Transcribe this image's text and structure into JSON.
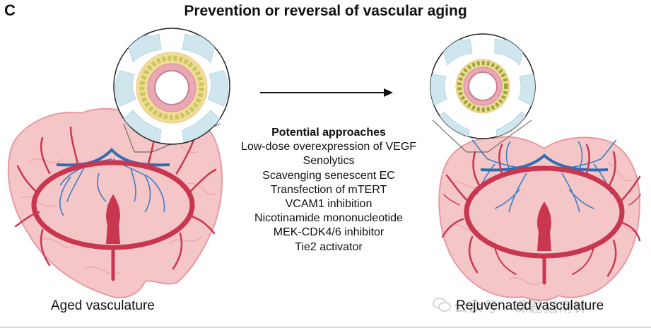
{
  "panel_label": "C",
  "title": "Prevention or reversal of vascular aging",
  "approaches": {
    "heading": "Potential approaches",
    "items": [
      "Low-dose overexpression of VEGF",
      "Senolytics",
      "Scavenging senescent EC",
      "Transfection of mTERT",
      "VCAM1 inhibition",
      "Nicotinamide mononucleotide",
      "MEK-CDK4/6 inhibitor",
      "Tie2 activator"
    ]
  },
  "captions": {
    "left": "Aged vasculature",
    "right": "Rejuvenated vasculature"
  },
  "watermark": "公众号 · 课题指南针",
  "colors": {
    "brain_fill": "#f5c6c8",
    "brain_outline": "#e79aa0",
    "artery": "#c8374f",
    "vein": "#3b7fc4",
    "astrocyte": "#cfe6ee",
    "basement": "#f3dc9a",
    "smooth_muscle": "#c7c85e",
    "endothelium": "#e9a8b4",
    "arrow": "#111111"
  }
}
